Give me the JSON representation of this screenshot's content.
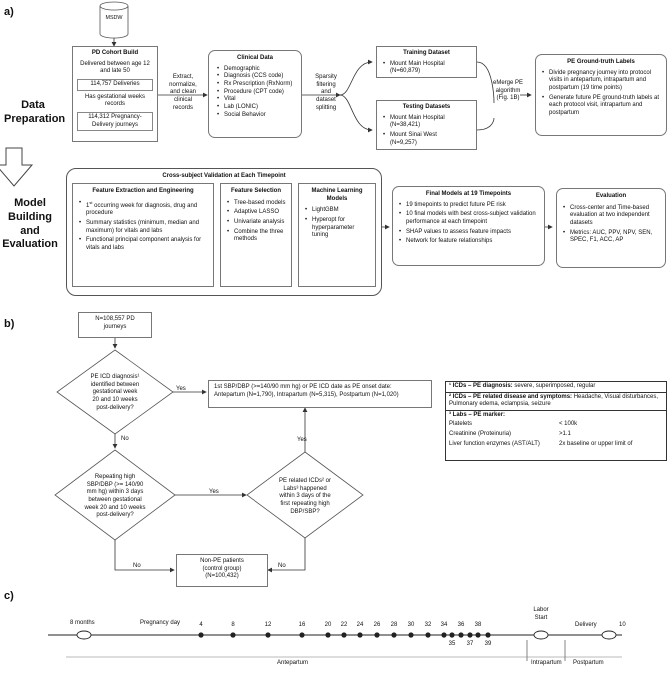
{
  "sections": {
    "a": "a)",
    "b": "b)",
    "c": "c)"
  },
  "side_labels": {
    "data_prep": [
      "Data",
      "Preparation"
    ],
    "model": [
      "Model",
      "Building",
      "and",
      "Evaluation"
    ]
  },
  "msdw": "MSDW",
  "cohort": {
    "title": "PD Cohort Build",
    "text1": "Delivered between age 12 and late 50",
    "box1": "114,757 Deliveries",
    "text2": "Has gestational weeks records",
    "box2": "114,312 Pregnancy-Delivery journeys"
  },
  "extract_label": [
    "Extract,",
    "normalize,",
    "and clean",
    "clinical",
    "records"
  ],
  "clinical": {
    "title": "Clinical Data",
    "items": [
      "Demographic",
      "Diagnosis (CCS code)",
      "Rx Prescription (RxNorm)",
      "Procedure (CPT code)",
      "Vital",
      "Lab (LONIC)",
      "Social Behavior"
    ]
  },
  "sparsity_label": [
    "Sparsity",
    "filtering",
    "and",
    "dataset",
    "splitting"
  ],
  "training": {
    "title": "Training Dataset",
    "items": [
      "Mount Main Hospital",
      "(N=60,879)"
    ]
  },
  "testing": {
    "title": "Testing Datasets",
    "items": [
      "Mount Main Hospital",
      "(N=38,421)",
      "Mount Sinai West",
      "(N=9,257)"
    ]
  },
  "emerge": [
    "eMerge PE",
    "algorithm",
    "(Fig. 1B)"
  ],
  "groundtruth": {
    "title": "PE Ground-truth Labels",
    "items": [
      "Divide pregnancy journey into protocol visits in antepartum, intrapartum and postpartum (19 time points)",
      "Generate future PE ground-truth labels at each protocol visit, intrapartum and postpartum"
    ]
  },
  "crossval": {
    "title": "Cross-subject Validation at Each Timepoint"
  },
  "feat_eng": {
    "title": "Feature Extraction and Engineering",
    "item1_sup": "st",
    "item1_pre": "1",
    "item1_rest": " occurring week for diagnosis, drug and procedure",
    "items": [
      "Summary statistics (minimum, median and maximum) for vitals and labs",
      "Functional principal component analysis for vitals and labs"
    ]
  },
  "feat_sel": {
    "title": "Feature Selection",
    "items": [
      "Tree-based models",
      "Adaptive LASSO",
      "Univariate analysis",
      "Combine the three methods"
    ]
  },
  "ml": {
    "title": "Machine Learning Models",
    "items": [
      "LightGBM",
      "Hyperopt for hyperparameter tuning"
    ]
  },
  "final": {
    "title": "Final Models at 19 Timepoints",
    "items": [
      "19 timepoints to predict future PE risk",
      "10 final models with best cross-subject validation performance at each timepoint",
      "SHAP values to assess feature impacts",
      "Network for feature relationships"
    ]
  },
  "evaluation": {
    "title": "Evaluation",
    "items": [
      "Cross-center and Time-based evaluation at two independent datasets",
      "Metrics: AUC, PPV, NPV, SEN, SPEC, F1, ACC, AP"
    ]
  },
  "flow": {
    "start": [
      "N=108,557 PD",
      "journeys"
    ],
    "d1": [
      "PE ICD diagnosis¹",
      "identified between",
      "gestational week",
      "20 and 10 weeks",
      "post-delivery?"
    ],
    "d2": [
      "Repeating high",
      "SBP/DBP (>= 140/90",
      "mm hg) within 3 days",
      "between gestational",
      "week 20 and 10 weeks",
      "post-delivery?"
    ],
    "d3": [
      "PE related ICDs² or",
      "Labs³ happened",
      "within 3 days of the",
      "first repeating high",
      "DBP/SBP?"
    ],
    "onset": [
      "1st SBP/DBP (>=140/90 mm hg) or PE ICD date as PE onset date:",
      "Antepartum (N=1,790), Intrapartum (N=5,315), Postpartum (N=1,020)"
    ],
    "nonpe": [
      "Non-PE patients",
      "(control group)",
      "(N=100,432)"
    ],
    "yes": "Yes",
    "no": "No"
  },
  "legend": {
    "icd_head": "¹ ICDs – PE diagnosis:",
    "icd_text": " severe, superimposed, regular",
    "sym_head": "² ICDs – PE related disease and symptoms:",
    "sym_text": " Headache, Visual disturbances, Pulmonary edema, eclampsia, seizure",
    "labs_head": "³ Labs – PE marker:",
    "rows": [
      {
        "name": "Platelets",
        "value": "< 100k"
      },
      {
        "name": "Creatinine (Proteinuria)",
        "value": ">1.1"
      },
      {
        "name": "Liver function enzymes (AST/ALT)",
        "value": "2x baseline or upper limit of"
      }
    ]
  },
  "timeline": {
    "start": "8 months",
    "pregnancy_day": "Pregnancy day",
    "top_ticks": [
      "4",
      "8",
      "12",
      "16",
      "20",
      "22",
      "24",
      "26",
      "28",
      "30",
      "32",
      "34",
      "36",
      "38"
    ],
    "bottom_ticks": [
      "35",
      "37",
      "39"
    ],
    "labor": [
      "Labor",
      "Start"
    ],
    "delivery": "Delivery",
    "end": "10",
    "phases": [
      "Antepartum",
      "Intrapartum",
      "Postpartum"
    ]
  }
}
